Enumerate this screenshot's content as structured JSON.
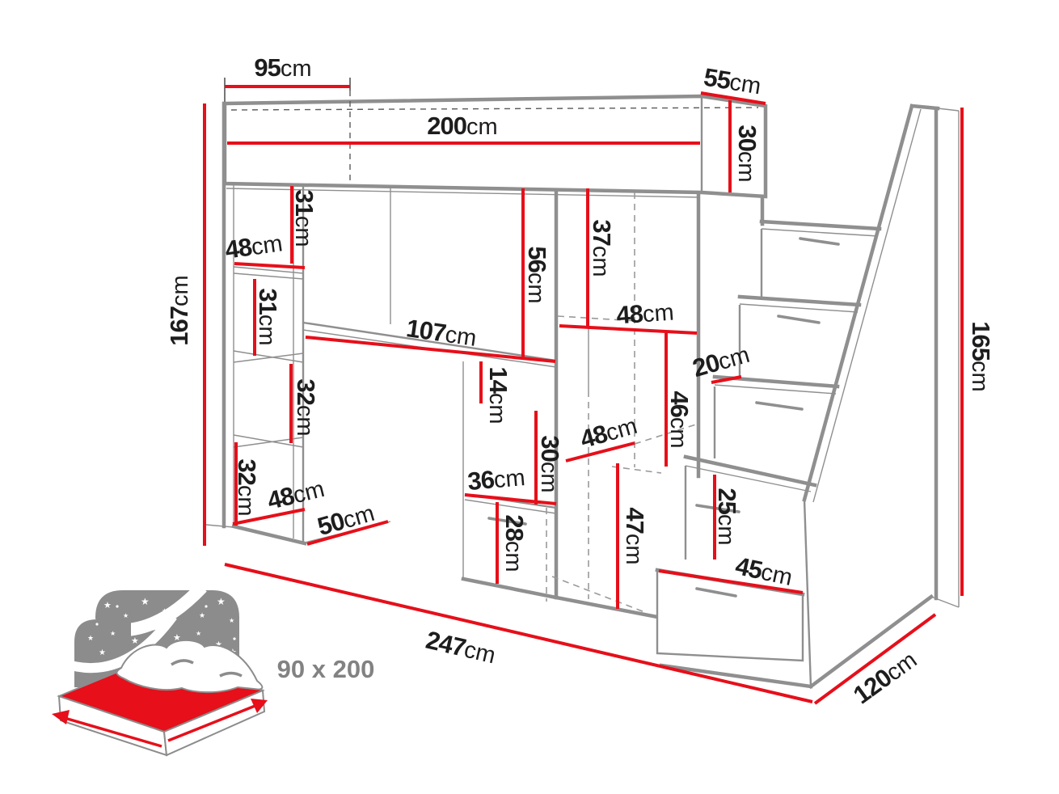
{
  "dims": {
    "bed_top_95": {
      "num": "95",
      "unit": "cm"
    },
    "bed_length_200": {
      "num": "200",
      "unit": "cm"
    },
    "headboard_55": {
      "num": "55",
      "unit": "cm"
    },
    "headboard_30": {
      "num": "30",
      "unit": "cm"
    },
    "left_height_167": {
      "num": "167",
      "unit": "cm"
    },
    "shelf_width_48_top": {
      "num": "48",
      "unit": "cm"
    },
    "shelf_31_a": {
      "num": "31",
      "unit": "cm"
    },
    "shelf_31_b": {
      "num": "31",
      "unit": "cm"
    },
    "shelf_32_a": {
      "num": "32",
      "unit": "cm"
    },
    "shelf_32_b": {
      "num": "32",
      "unit": "cm"
    },
    "shelf_width_48_bottom": {
      "num": "48",
      "unit": "cm"
    },
    "cabinet_depth_50": {
      "num": "50",
      "unit": "cm"
    },
    "desk_width_107": {
      "num": "107",
      "unit": "cm"
    },
    "under_bed_56": {
      "num": "56",
      "unit": "cm"
    },
    "niche_37": {
      "num": "37",
      "unit": "cm"
    },
    "desk_side_14": {
      "num": "14",
      "unit": "cm"
    },
    "wardrobe_48_top": {
      "num": "48",
      "unit": "cm"
    },
    "drawer_30": {
      "num": "30",
      "unit": "cm"
    },
    "drawer_36": {
      "num": "36",
      "unit": "cm"
    },
    "drawer_28": {
      "num": "28",
      "unit": "cm"
    },
    "wardrobe_48_mid": {
      "num": "48",
      "unit": "cm"
    },
    "wardrobe_46": {
      "num": "46",
      "unit": "cm"
    },
    "wardrobe_47": {
      "num": "47",
      "unit": "cm"
    },
    "step_20": {
      "num": "20",
      "unit": "cm"
    },
    "step_25": {
      "num": "25",
      "unit": "cm"
    },
    "step_45": {
      "num": "45",
      "unit": "cm"
    },
    "stairs_height_165": {
      "num": "165",
      "unit": "cm"
    },
    "total_width_247": {
      "num": "247",
      "unit": "cm"
    },
    "total_depth_120": {
      "num": "120",
      "unit": "cm"
    }
  },
  "mattress_size": "90 x 200",
  "colors": {
    "dim_red": "#e60f1a",
    "line_gray": "#8f8f8f",
    "dash_gray": "#9a9a9a",
    "label_black": "#1d1d1d",
    "icon_gray": "#8c8c8c",
    "size_text_gray": "#828282"
  }
}
